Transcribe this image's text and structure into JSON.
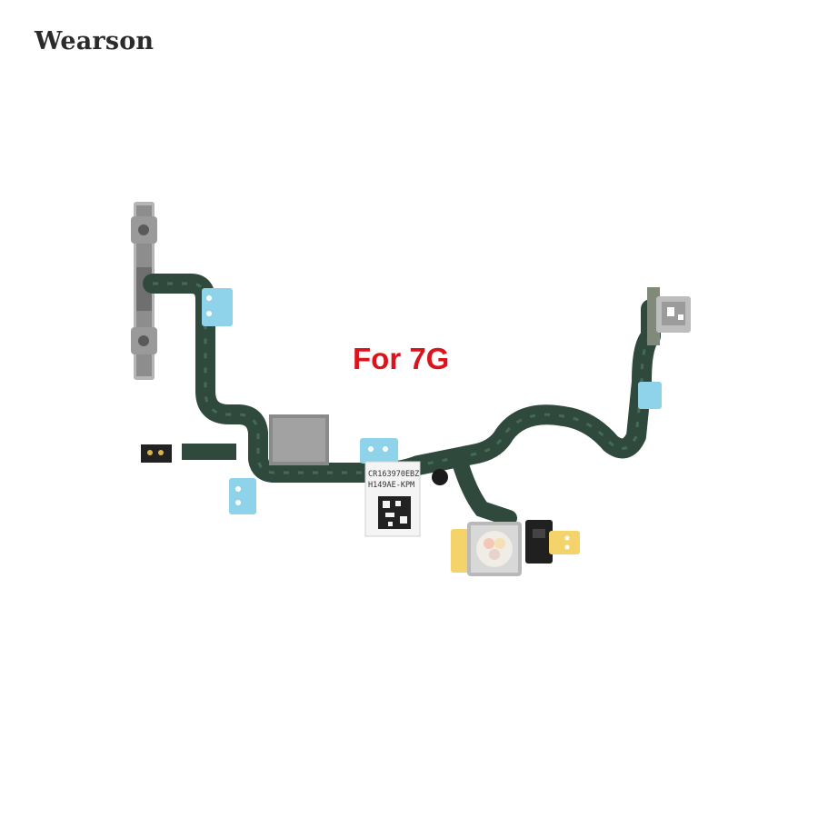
{
  "brand": {
    "name": "Wearson"
  },
  "product": {
    "model_label": "For 7G",
    "sticker_line1": "CR163970EBZ",
    "sticker_line2": "H149AE-KPM"
  },
  "colors": {
    "flex_cable": "#2f4a3c",
    "flex_edge": "#3b5a48",
    "metal": "#a9a9a9",
    "blue_tape": "#8fd3ea",
    "yellow_tape": "#f3d36a",
    "model_text": "#d9141c"
  }
}
